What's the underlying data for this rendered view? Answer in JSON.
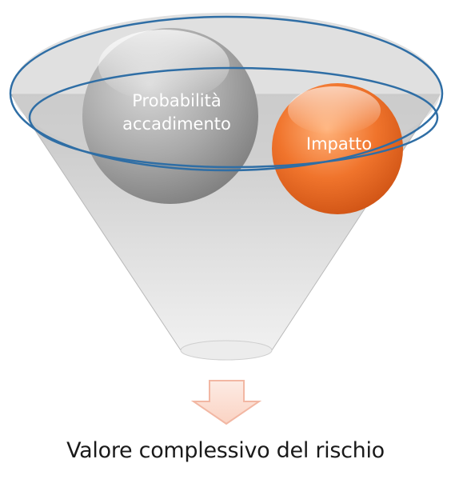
{
  "diagram": {
    "inputs": [
      {
        "id": "probability",
        "label_lines": [
          "Probabilità",
          "accadimento"
        ],
        "color": "#8e8e8e"
      },
      {
        "id": "impact",
        "label_lines": [
          "Impatto"
        ],
        "color": "#e8621e"
      }
    ],
    "output_label": "Valore complessivo del rischio",
    "colors": {
      "funnel_fill": "#c9c9c9",
      "funnel_rim": "#2f6ea5",
      "arrow_fill": "#fbe0d6",
      "arrow_stroke": "#f2b7a3",
      "text_on_sphere": "#ffffff"
    }
  }
}
